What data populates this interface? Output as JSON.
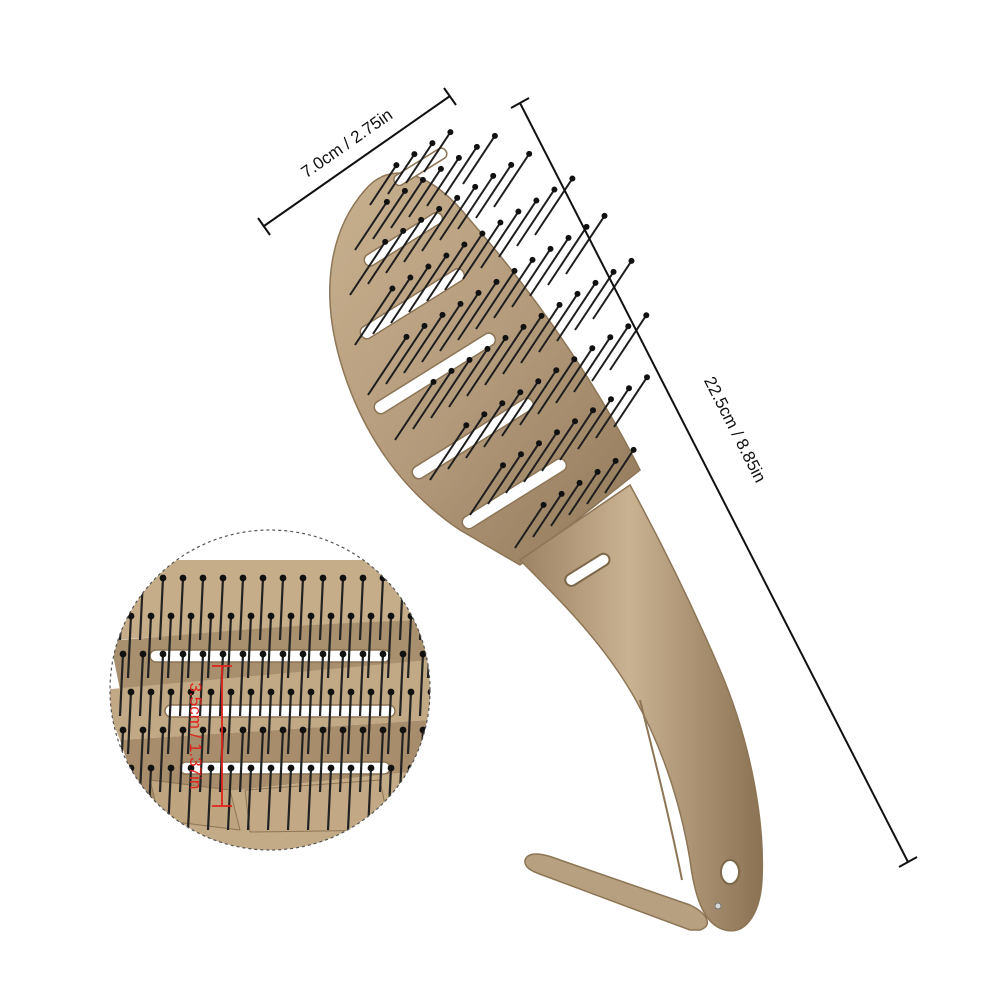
{
  "image": {
    "subject": "brush-product-photo",
    "background_color": "#ffffff",
    "brush_color": "#b39a7b",
    "bristle_color": "#1c1c1c",
    "dimension_line_color": "#111111",
    "detail_dimension_color": "#e0231d"
  },
  "dimensions": {
    "width_label": "7.0cm / 2.75in",
    "length_label": "22.5cm / 8.85in",
    "bristle_label": "3.5cm / 1.37in"
  }
}
